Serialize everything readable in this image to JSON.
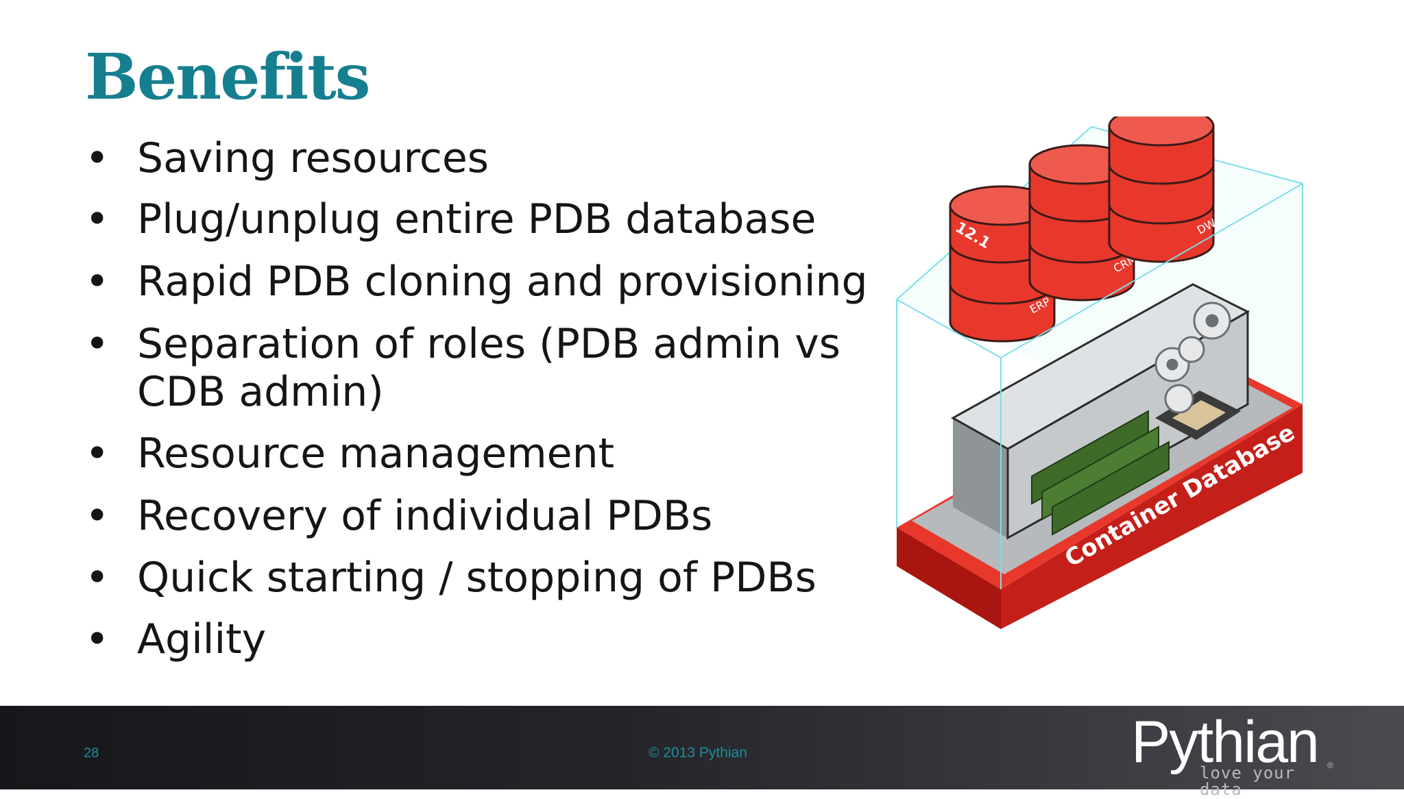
{
  "slide": {
    "title": "Benefits",
    "bullet_glyph": "•",
    "bullets": [
      "Saving resources",
      "Plug/unplug entire PDB database",
      "Rapid PDB cloning and provisioning",
      "Separation of roles (PDB admin vs CDB admin)",
      "Resource management",
      "Recovery of individual PDBs",
      "Quick starting / stopping of PDBs",
      "Agility"
    ]
  },
  "illustration": {
    "base_label": "Container Database",
    "db_labels": [
      "ERP",
      "CRM",
      "DW"
    ],
    "version_label": "12.1"
  },
  "footer": {
    "page_number": "28",
    "copyright": "© 2013 Pythian",
    "logo_name": "Pythian",
    "logo_tagline": "love your data",
    "logo_reg": "®"
  },
  "colors": {
    "title": "#167f8f",
    "footer_text": "#1a8ea0",
    "db_red": "#e8382c",
    "glass_edge": "#7fdde6"
  }
}
